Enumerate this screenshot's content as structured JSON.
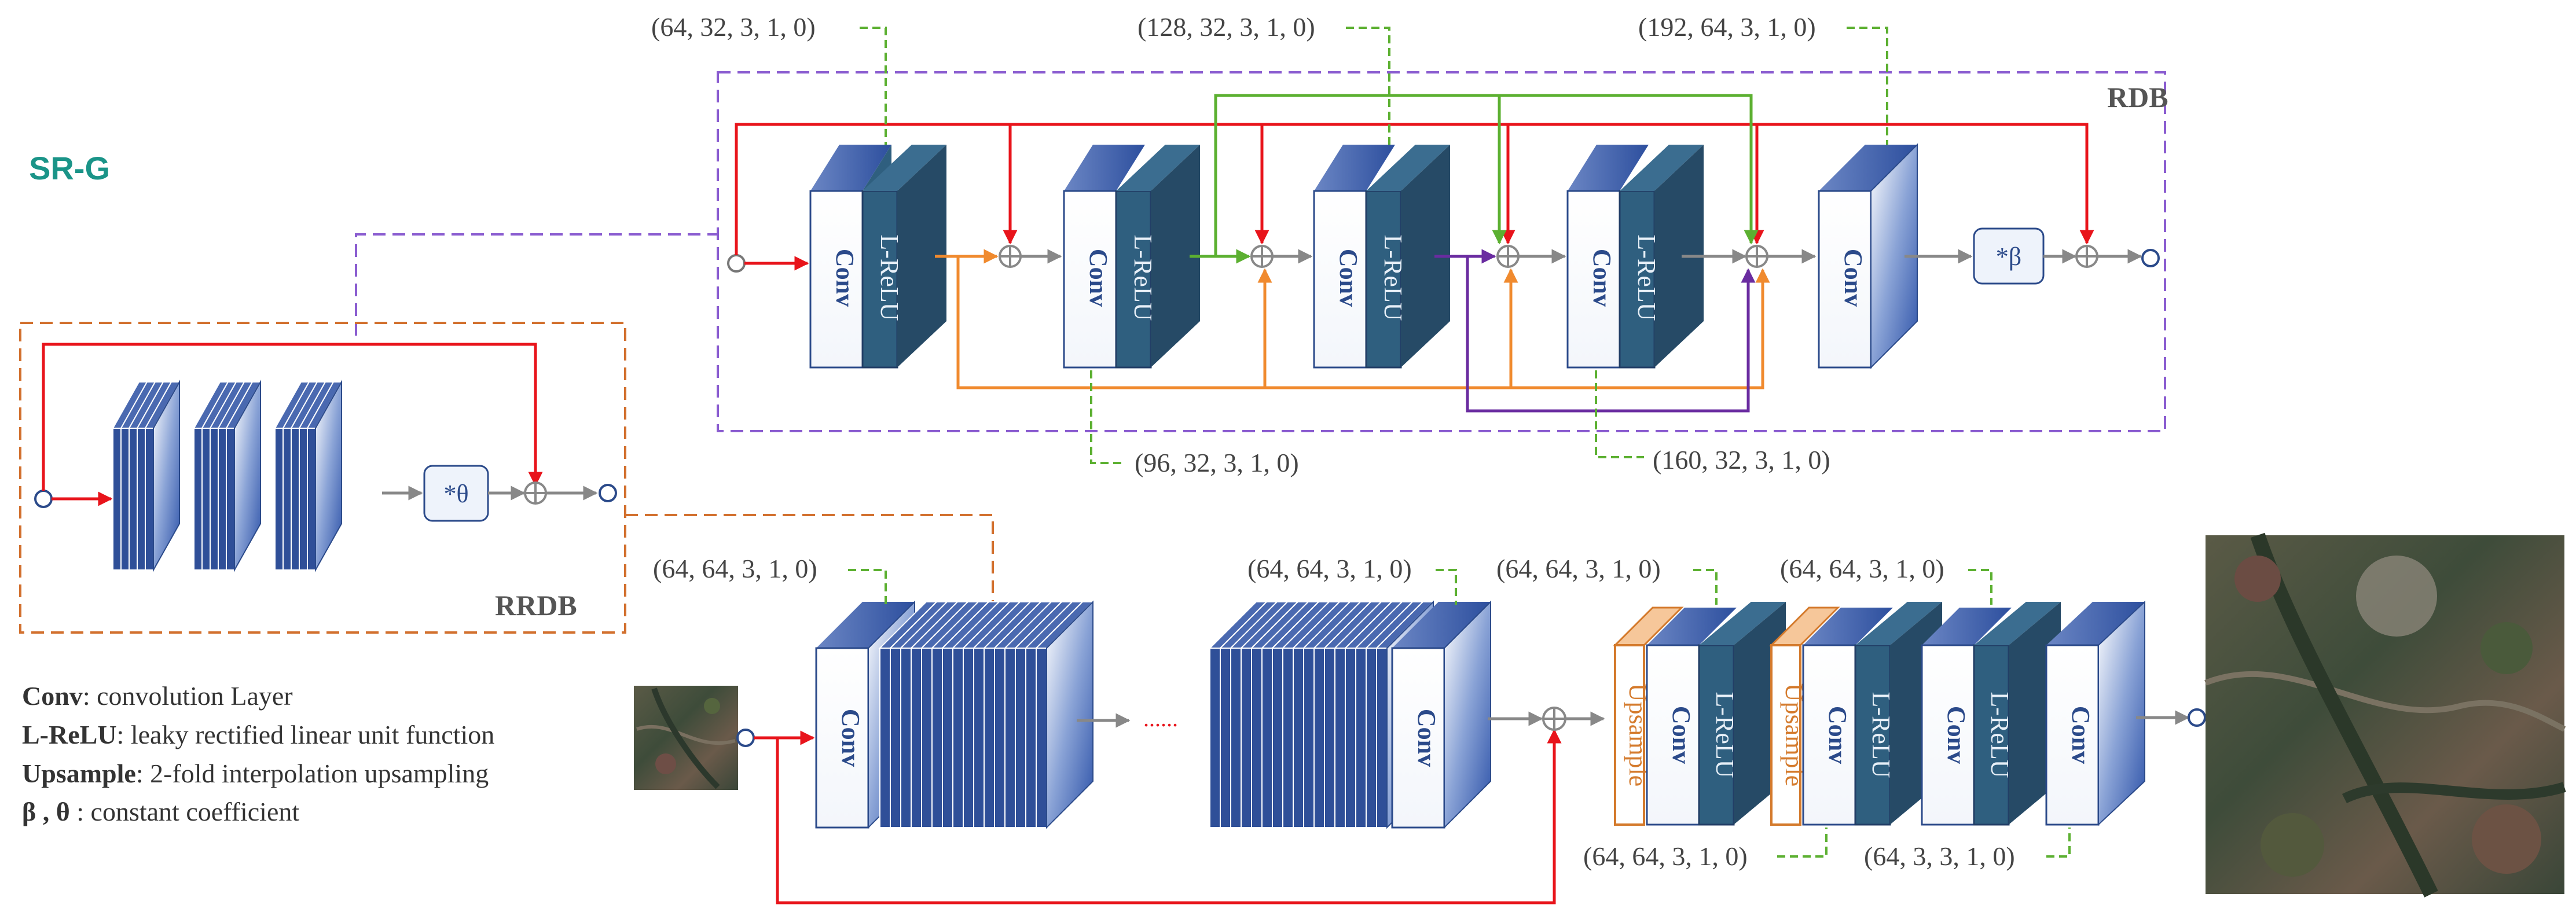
{
  "title": "SR-G",
  "rdb_label": "RDB",
  "rrdb_label": "RRDB",
  "params": {
    "rdb_1": "(64, 32, 3, 1, 0)",
    "rdb_2": "(96, 32, 3, 1, 0)",
    "rdb_3": "(128, 32, 3, 1, 0)",
    "rdb_4": "(160, 32, 3, 1, 0)",
    "rdb_5": "(192, 64, 3, 1, 0)",
    "main_1": "(64, 64, 3, 1, 0)",
    "main_2": "(64, 64, 3, 1, 0)",
    "up_1": "(64, 64, 3, 1, 0)",
    "up_2": "(64, 64, 3, 1, 0)",
    "up_3": "(64, 64, 3, 1, 0)",
    "out": "(64, 3, 3, 1, 0)"
  },
  "block_labels": {
    "conv": "Conv",
    "lrelu": "L-ReLU",
    "upsample": "Upsample",
    "beta": "*β",
    "theta": "*θ",
    "ellipsis": "......"
  },
  "legend": [
    {
      "term": "Conv",
      "desc": ": convolution Layer"
    },
    {
      "term": "L-ReLU",
      "desc": ": leaky rectified linear unit function"
    },
    {
      "term": "Upsample",
      "desc": ": 2-fold interpolation upsampling"
    },
    {
      "term": " β , θ",
      "desc": " : constant coefficient"
    }
  ],
  "colors": {
    "title": "#1a9488",
    "red_skip": "#e8141b",
    "orange_dense": "#f08a2e",
    "green_dense": "#5cb031",
    "purple_dense": "#6a2ca0",
    "gray_flow": "#888888",
    "conv_face": "#ffffff",
    "conv_edge": "#2b4a8a",
    "lrelu_face": "#2f5f7f",
    "rdb_border": "#8a5cd0",
    "rrdb_border": "#d2702e",
    "upsample_face": "#f5c89a",
    "param_leader": "#5cb031"
  }
}
